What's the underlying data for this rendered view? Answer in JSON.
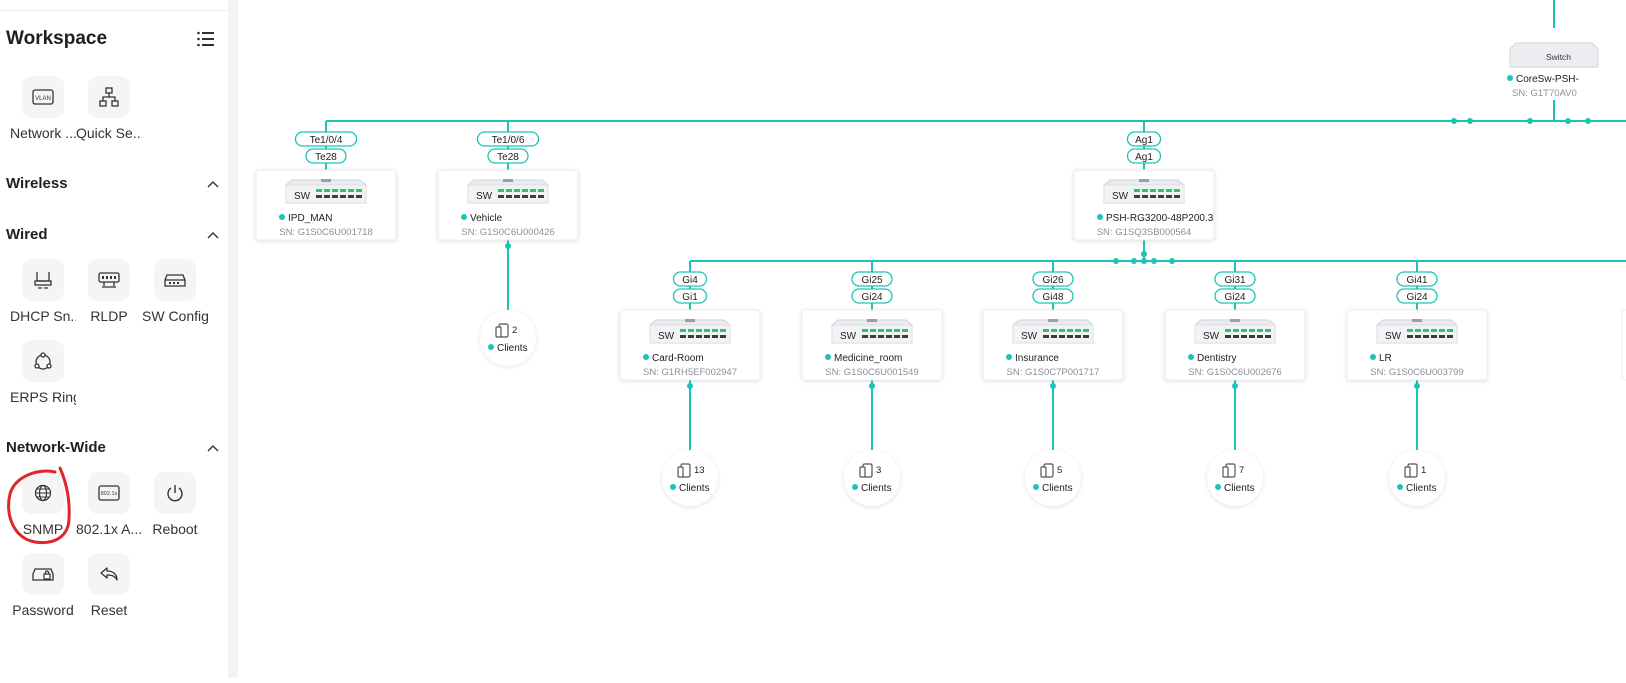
{
  "sidebar": {
    "title": "Workspace",
    "top_tools": [
      {
        "label": "Network ...",
        "icon": "vlan-icon"
      },
      {
        "label": "Quick Se...",
        "icon": "topology-icon"
      }
    ],
    "sections": [
      {
        "title": "Wireless",
        "items": []
      },
      {
        "title": "Wired",
        "items": [
          {
            "label": "DHCP Sn...",
            "icon": "dhcp-snooping-icon"
          },
          {
            "label": "RLDP",
            "icon": "rldp-icon"
          },
          {
            "label": "SW Config",
            "icon": "switch-config-icon"
          },
          {
            "label": "ERPS Ring",
            "icon": "erps-ring-icon"
          }
        ]
      },
      {
        "title": "Network-Wide",
        "items": [
          {
            "label": "SNMP",
            "icon": "globe-icon"
          },
          {
            "label": "802.1x A...",
            "icon": "dot1x-icon"
          },
          {
            "label": "Reboot",
            "icon": "power-icon"
          },
          {
            "label": "Password",
            "icon": "password-icon"
          },
          {
            "label": "Reset",
            "icon": "reset-icon"
          }
        ]
      }
    ]
  },
  "colors": {
    "link": "#1cc4b6",
    "accent_red": "#e0262b"
  },
  "topology": {
    "core": {
      "type_label": "Switch",
      "name": "CoreSw-PSH-",
      "sn": "SN: G1T70AV0"
    },
    "device_badge": "SW",
    "level1": [
      {
        "port_up": "Te1/0/4",
        "port_down": "Te28",
        "name": "IPD_MAN",
        "sn": "SN: G1S0C6U001718"
      },
      {
        "port_up": "Te1/0/6",
        "port_down": "Te28",
        "name": "Vehicle",
        "sn": "SN: G1S0C6U000426",
        "clients": {
          "count": "2",
          "label": "Clients"
        }
      },
      {
        "port_up": "Ag1",
        "port_down": "Ag1",
        "name": "PSH-RG3200-48P200.3",
        "sn": "SN: G1SQ3SB000564"
      }
    ],
    "level2": [
      {
        "port_up": "Gi4",
        "port_down": "Gi1",
        "name": "Card-Room",
        "sn": "SN: G1RH5EF002947",
        "clients": {
          "count": "13",
          "label": "Clients"
        }
      },
      {
        "port_up": "Gi25",
        "port_down": "Gi24",
        "name": "Medicine_room",
        "sn": "SN: G1S0C6U001549",
        "clients": {
          "count": "3",
          "label": "Clients"
        }
      },
      {
        "port_up": "Gi26",
        "port_down": "Gi48",
        "name": "Insurance",
        "sn": "SN: G1S0C7P001717",
        "clients": {
          "count": "5",
          "label": "Clients"
        }
      },
      {
        "port_up": "Gi31",
        "port_down": "Gi24",
        "name": "Dentistry",
        "sn": "SN: G1S0C6U002676",
        "clients": {
          "count": "7",
          "label": "Clients"
        }
      },
      {
        "port_up": "Gi41",
        "port_down": "Gi24",
        "name": "LR",
        "sn": "SN: G1S0C6U003799",
        "clients": {
          "count": "1",
          "label": "Clients"
        }
      }
    ]
  }
}
